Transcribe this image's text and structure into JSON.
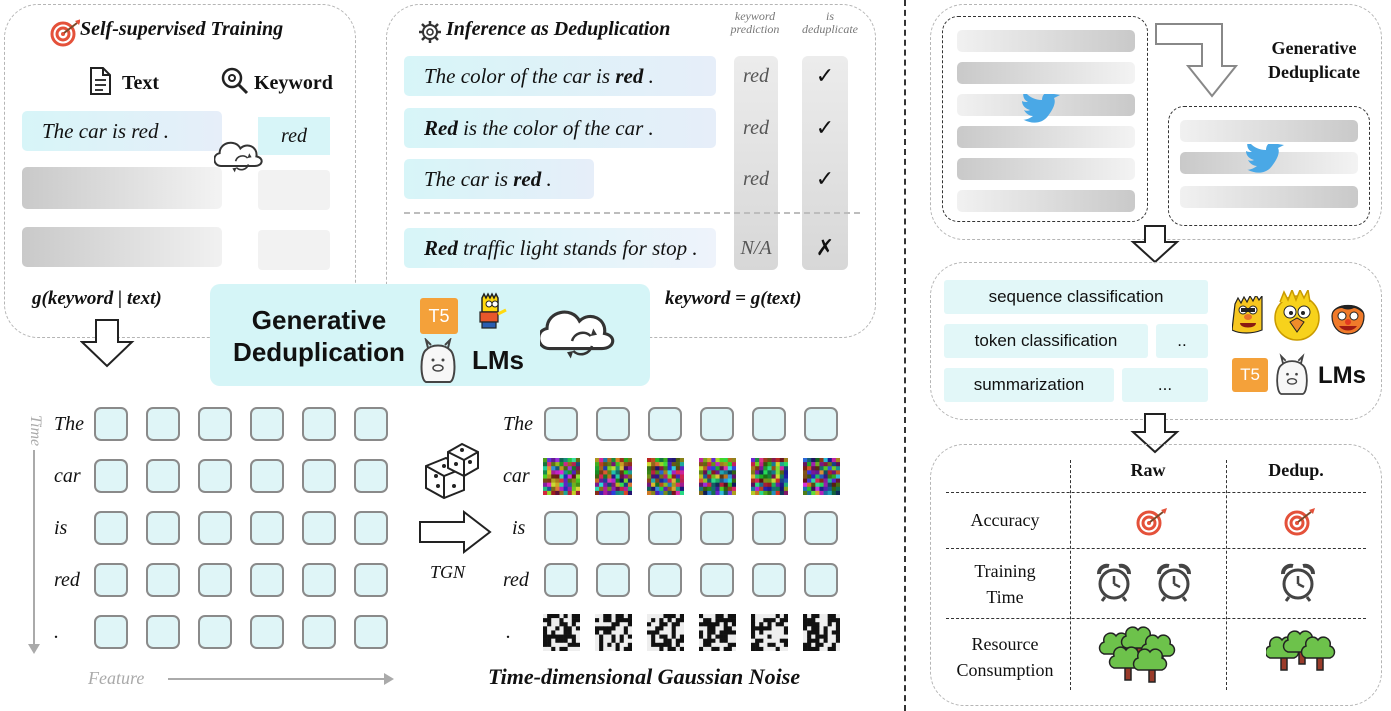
{
  "training": {
    "title": "Self-supervised Training",
    "col_text": "Text",
    "col_keyword": "Keyword",
    "sentence": "The car is red .",
    "keyword": "red",
    "formula": "g(keyword | text)"
  },
  "inference": {
    "title": "Inference as Deduplication",
    "col_pred_line1": "keyword",
    "col_pred_line2": "prediction",
    "col_dedup_line1": "is",
    "col_dedup_line2": "deduplicate",
    "rows": [
      {
        "pre": "The color of the car is ",
        "bold": "red",
        "post": " .",
        "pred": "red",
        "mark": "✓"
      },
      {
        "pre": "",
        "bold": "Red",
        "post": " is the color of the car .",
        "pred": "red",
        "mark": "✓"
      },
      {
        "pre": "The car is ",
        "bold": "red",
        "post": " .",
        "pred": "red",
        "mark": "✓"
      },
      {
        "pre": "",
        "bold": "Red",
        "post": " traffic light stands for stop .",
        "pred": "N/A",
        "mark": "✗"
      }
    ],
    "formula": "keyword = g(text)"
  },
  "center": {
    "title_line1": "Generative",
    "title_line2": "Deduplication",
    "t5": "T5",
    "lms": "LMs"
  },
  "noise_panel": {
    "time_axis": "Time",
    "feature_axis": "Feature",
    "words": [
      "The",
      "car",
      "is",
      "red",
      "."
    ],
    "tgn": "TGN",
    "caption": "Time-dimensional Gaussian Noise"
  },
  "right_top": {
    "label_line1": "Generative",
    "label_line2": "Deduplicate"
  },
  "tasks": {
    "items": [
      "sequence classification",
      "token classification",
      "..",
      "summarization",
      "..."
    ],
    "t5": "T5",
    "lms": "LMs"
  },
  "results": {
    "headers": [
      "Raw",
      "Dedup."
    ],
    "rows": [
      "Accuracy",
      "Training Time",
      "Resource Consumption"
    ],
    "row2_line1": "Training",
    "row2_line2": "Time",
    "row3_line1": "Resource",
    "row3_line2": "Consumption"
  },
  "colors": {
    "accent_cyan": "#d5f5f7",
    "twitter_blue": "#4aa8e6",
    "t5_orange": "#f4a13a",
    "border_grey": "#b5b5b5"
  }
}
